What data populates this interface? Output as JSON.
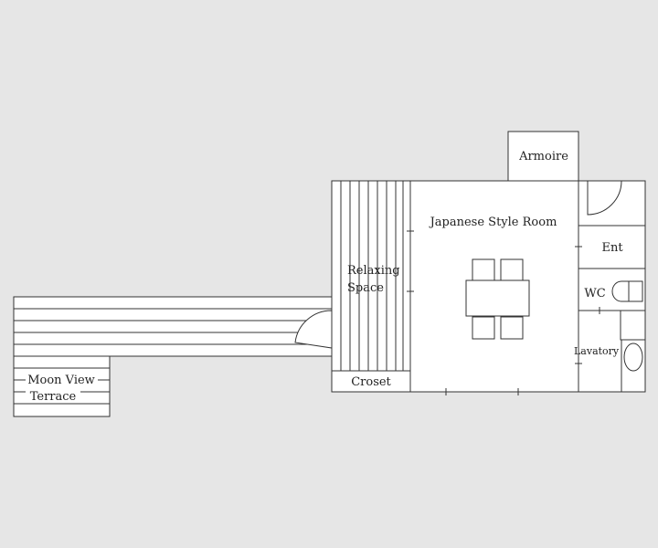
{
  "plan": {
    "background": "#e6e6e6",
    "line_color": "#333333",
    "rooms": {
      "armoire": "Armoire",
      "japanese_room": "Japanese Style Room",
      "relaxing_1": "Relaxing",
      "relaxing_2": "Space",
      "entrance": "Ent",
      "wc": "WC",
      "lavatory": "Lavatory",
      "closet": "Croset",
      "terrace_1": "Moon View",
      "terrace_2": "Terrace"
    },
    "icons": {
      "door": "door-swing-icon",
      "table": "dining-table-icon",
      "chair": "chair-icon",
      "toilet": "toilet-icon",
      "sink": "washbasin-icon"
    }
  }
}
